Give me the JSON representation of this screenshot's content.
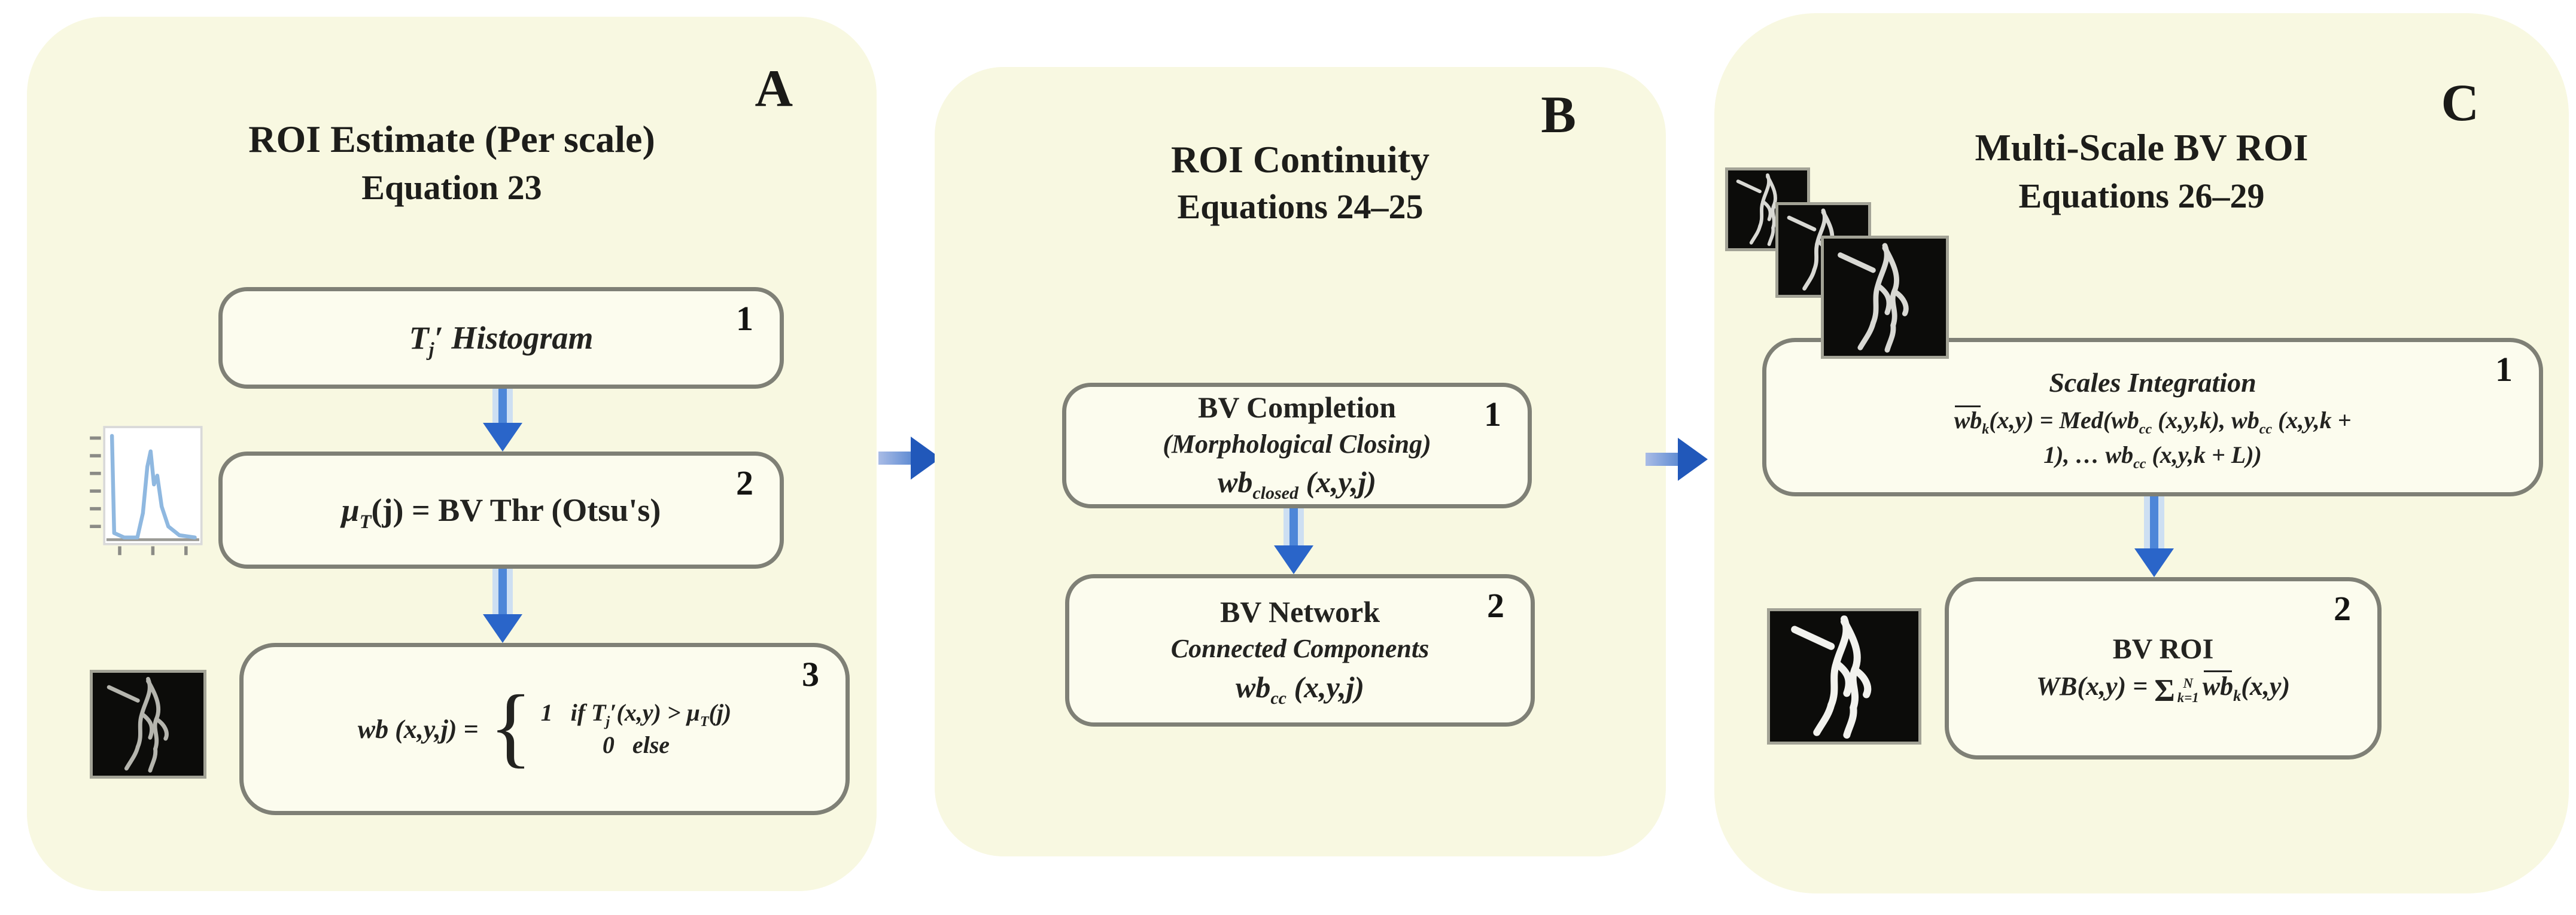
{
  "colors": {
    "panel_bg": "#f8f8e1",
    "box_bg": "#fcfcee",
    "box_border": "#7f8076",
    "arrow_head_blue": "#2a65c9",
    "arrow_shaft_blue": "#4d86d8",
    "horizontal_arrow_head": "#2158ba",
    "text": "#232320",
    "histogram_line_blue": "#8fb8e0"
  },
  "icons": {
    "down_arrow": "down-arrow-icon",
    "right_arrow": "right-arrow-icon",
    "histogram_plot": "histogram-plot-icon",
    "vessel_image": "vessel-segmentation-image"
  },
  "panels": {
    "a": {
      "letter": "A",
      "title": "ROI Estimate (Per scale)",
      "subtitle": "Equation 23",
      "box1": {
        "badge": "1",
        "t0": "T",
        "sub0": "j",
        "t1": "′ Histogram"
      },
      "box2": {
        "badge": "2",
        "t0": "μ",
        "sub0": "T",
        "t1": "(j) = BV Thr (Otsu's)"
      },
      "box3": {
        "badge": "3",
        "lhs": "wb (x,y,j) =",
        "brace": "{",
        "line1": {
          "n": "1",
          "a": "if T",
          "sub1": "j",
          "b": "′(x,y) > μ",
          "sub2": "T",
          "c": "(j)"
        },
        "line2": {
          "n": "0",
          "a": "else"
        }
      }
    },
    "b": {
      "letter": "B",
      "title": "ROI Continuity",
      "subtitle": "Equations 24–25",
      "box1": {
        "badge": "1",
        "line1": "BV Completion",
        "line2": "(Morphological Closing)",
        "f0": "wb",
        "fsub": "closed",
        "f1": " (x,y,j)"
      },
      "box2": {
        "badge": "2",
        "line1": "BV Network",
        "line2": "Connected Components",
        "f0": "wb",
        "fsub": "cc",
        "f1": " (x,y,j)"
      }
    },
    "c": {
      "letter": "C",
      "title": "Multi-Scale BV ROI",
      "subtitle": "Equations 26–29",
      "box1": {
        "badge": "1",
        "title": "Scales Integration",
        "l1": {
          "over": "wb",
          "sub0": "k",
          "a": "(x,y) = Med(wb",
          "sub1": "cc",
          "b": " (x,y,k), wb",
          "sub2": "cc",
          "c": " (x,y,k +"
        },
        "l2": {
          "a": "1), … wb",
          "sub0": "cc",
          "b": " (x,y,k + L))"
        }
      },
      "box2": {
        "badge": "2",
        "title": "BV ROI",
        "f": {
          "a": "WB(x,y) = ",
          "op": "Σ",
          "top": "N",
          "bot": "k=1",
          "over": "wb",
          "sub0": "k",
          "b": "(x,y)"
        }
      }
    }
  }
}
